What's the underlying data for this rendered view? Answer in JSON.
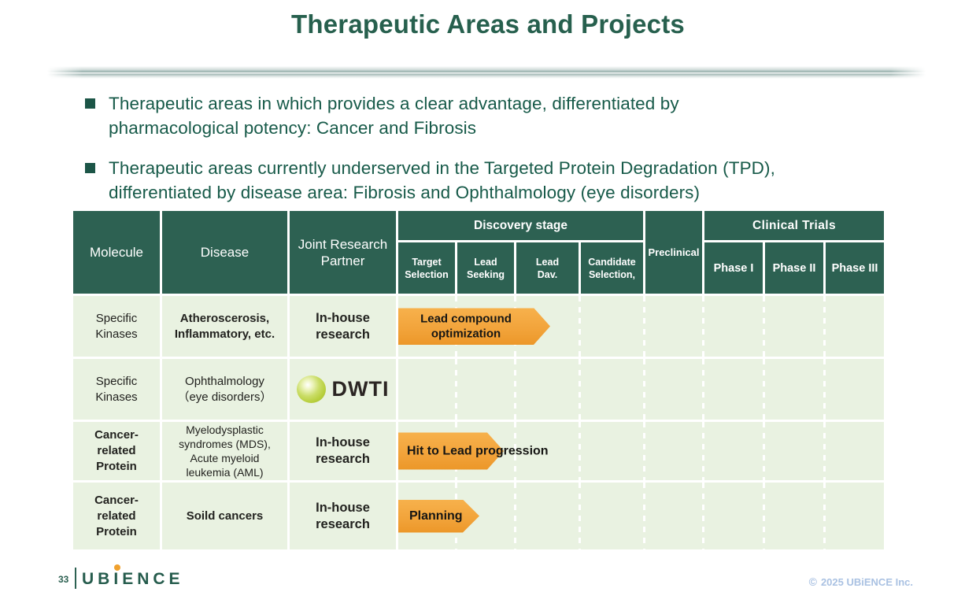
{
  "slide": {
    "title": "Therapeutic Areas and Projects",
    "page_number": "33",
    "footer_logo": {
      "part1": "UB",
      "i": "I",
      "part2": "ENCE"
    },
    "copyright": {
      "symbol": "©",
      "text": "2025 UBiENCE Inc."
    }
  },
  "bullets": [
    {
      "text": "Therapeutic areas in which provides a clear advantage, differentiated by\npharmacological potency: Cancer and Fibrosis"
    },
    {
      "text": "Therapeutic areas currently underserved in the Targeted Protein Degradation (TPD),\ndifferentiated by disease area: Fibrosis and Ophthalmology (eye disorders)"
    }
  ],
  "table": {
    "headers": {
      "molecule": "Molecule",
      "disease": "Disease",
      "partner": "Joint Research\nPartner",
      "discovery_stage": "Discovery stage",
      "target_selection": "Target\nSelection",
      "lead_seeking": "Lead\nSeeking",
      "lead_dav": "Lead\nDav.",
      "candidate_selection": "Candidate\nSelection,",
      "preclinical": "Preclinical",
      "clinical_trials": "Clinical Trials",
      "phase1": "Phase I",
      "phase2": "Phase II",
      "phase3": "Phase III"
    },
    "rows": [
      {
        "molecule": "Specific\nKinases",
        "disease": "Atheroscerosis,\nInflammatory, etc.",
        "partner": "In-house\nresearch",
        "arrow_label": "Lead compound\noptimization"
      },
      {
        "molecule": "Specific\nKinases",
        "disease": "Ophthalmology\n（eye disorders）",
        "partner_logo": "DWTI"
      },
      {
        "molecule": "Cancer-\nrelated\nProtein",
        "disease": "Myelodysplastic\nsyndromes (MDS),\nAcute myeloid\nleukemia (AML)",
        "partner": "In-house\nresearch",
        "arrow_label": "Hit to Lead progression"
      },
      {
        "molecule": "Cancer-\nrelated\nProtein",
        "disease": "Soild cancers",
        "partner": "In-house\nresearch",
        "arrow_label": "Planning"
      }
    ]
  },
  "colors": {
    "header_teal": "#2d6152",
    "body_green": "#e9f2e1",
    "arrow_orange": "#f2a43b",
    "title_green": "#27604e",
    "bullet_green": "#175a49",
    "logo_green": "#265c4d",
    "logo_dot_orange": "#f0a12e",
    "copyright_blue": "#a9c1e2",
    "dwti_lime": "#b8cf3e"
  }
}
